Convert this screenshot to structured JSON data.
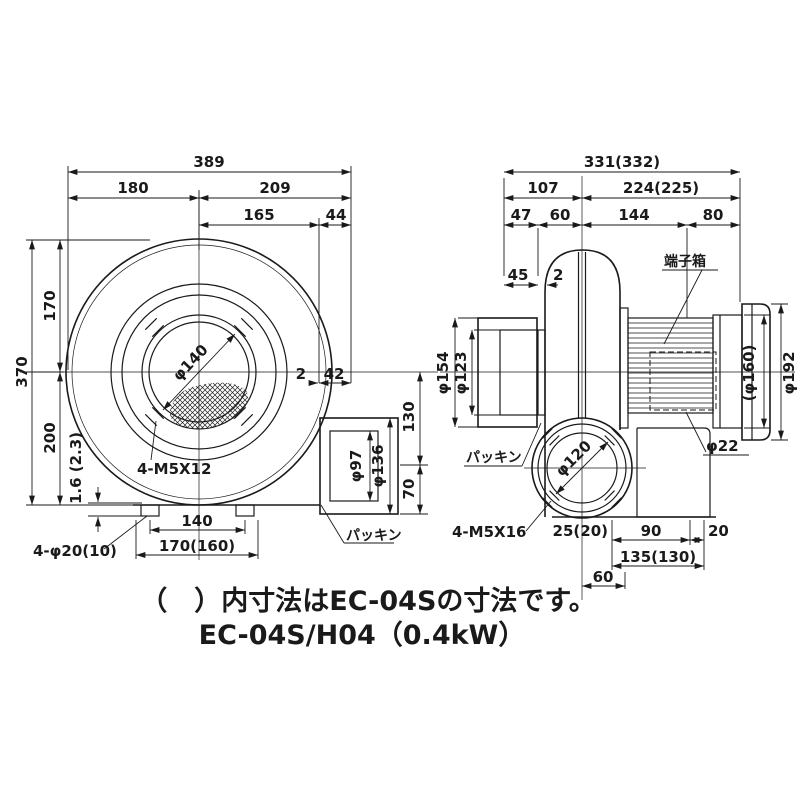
{
  "caption": {
    "line1": "（　）内寸法はEC-04Sの寸法です。",
    "line2": "EC-04S/H04（0.4kW）"
  },
  "front": {
    "w389": "389",
    "w180": "180",
    "w209": "209",
    "w165": "165",
    "w44": "44",
    "h370": "370",
    "h170": "170",
    "h200": "200",
    "t16": "1.6 (2.3)",
    "g2": "2",
    "d42": "42",
    "v130": "130",
    "v70": "70",
    "p97": "φ97",
    "p136": "φ136",
    "p140": "φ140",
    "bolt": "4-M5X12",
    "f140": "140",
    "f170": "170(160)",
    "holes": "4-φ20(10)",
    "packing": "パッキン"
  },
  "side": {
    "w331": "331(332)",
    "w107": "107",
    "w224": "224(225)",
    "s47": "47",
    "s60": "60",
    "s144": "144",
    "s80": "80",
    "d45": "45",
    "g2": "2",
    "p154": "φ154",
    "p123": "φ123",
    "tbox": "端子箱",
    "p160": "(φ160)",
    "p192": "φ192",
    "p22": "φ22",
    "packing": "パッキン",
    "p120": "φ120",
    "bolt": "4-M5X16",
    "b25": "25(20)",
    "b90": "90",
    "b20": "20",
    "b135": "135(130)",
    "b60": "60"
  },
  "colors": {
    "line": "#1a1a1a",
    "background": "#ffffff"
  }
}
